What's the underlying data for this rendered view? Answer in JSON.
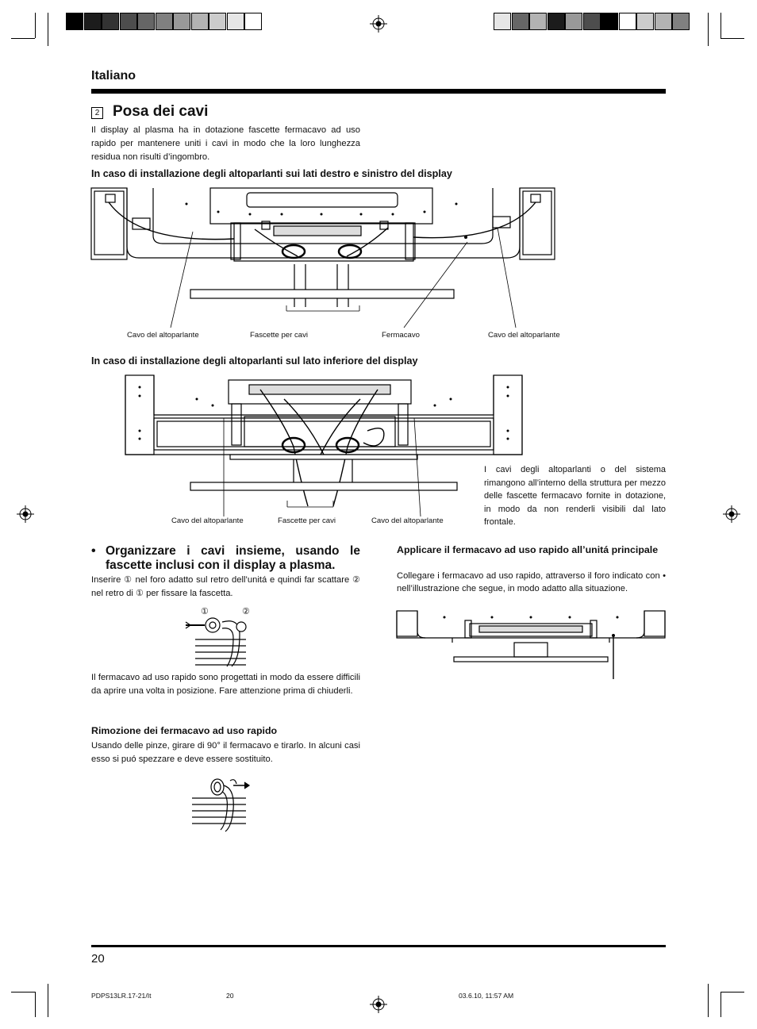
{
  "header": {
    "language": "Italiano",
    "section_number": "2",
    "section_title": "Posa dei cavi",
    "intro": "Il display al plasma ha in dotazione fascette fermacavo ad uso rapido per mantenere uniti i cavi in modo che la loro lunghezza residua non risulti d’ingombro."
  },
  "figure1": {
    "heading": "In caso di installazione degli altoparlanti sui lati destro e sinistro del display",
    "labels": [
      "Cavo del altoparlante",
      "Fascette per cavi",
      "Fermacavo",
      "Cavo del altoparlante"
    ]
  },
  "figure2": {
    "heading": "In caso di installazione degli altoparlanti sul lato inferiore del display",
    "labels": [
      "Cavo del altoparlante",
      "Fascette per cavi",
      "Cavo del altoparlante"
    ],
    "note": "I cavi degli altoparlanti o del sistema rimangono all’interno della struttura per mezzo delle fascette fermacavo fornite in dotazione, in modo da non renderli visibili dal lato frontale."
  },
  "left_column": {
    "bullet": "•",
    "bullet_heading": "Organizzare i cavi insieme, usando le fascette inclusi con il display a plasma.",
    "insert_text": "Inserire ① nel foro adatto sul retro dell’unitá e quindi far scattare ② nel retro di ① per fissare la fascetta.",
    "marker_1": "①",
    "marker_2": "②",
    "clip_text": "Il fermacavo ad uso rapido sono progettati in modo da essere difficili da aprire una volta in posizione. Fare attenzione prima di chiuderli.",
    "removal_heading": "Rimozione dei fermacavo ad uso rapido",
    "removal_text": "Usando delle pinze, girare di 90° il fermacavo e tirarlo. In alcuni casi esso si puó spezzare e deve essere sostituito."
  },
  "right_column": {
    "heading": "Applicare il fermacavo ad uso rapido all’unitá principale",
    "text": "Collegare i fermacavo ad uso rapido, attraverso il foro indicato con • nell’illustrazione che segue, in modo adatto alla situazione."
  },
  "footer": {
    "page_number": "20",
    "file_name": "PDPS13LR.17-21/It",
    "file_page": "20",
    "timestamp": "03.6.10, 11:57 AM"
  },
  "colors": {
    "swatches_left": [
      "#000000",
      "#1c1c1c",
      "#333333",
      "#4d4d4d",
      "#666666",
      "#808080",
      "#999999",
      "#b3b3b3",
      "#cccccc",
      "#e6e6e6",
      "#ffffff"
    ],
    "swatches_right": [
      "#e6e6e6",
      "#666666",
      "#b3b3b3",
      "#1c1c1c",
      "#999999",
      "#4d4d4d",
      "#000000",
      "#ffffff",
      "#cccccc",
      "#b3b3b3",
      "#808080"
    ]
  }
}
